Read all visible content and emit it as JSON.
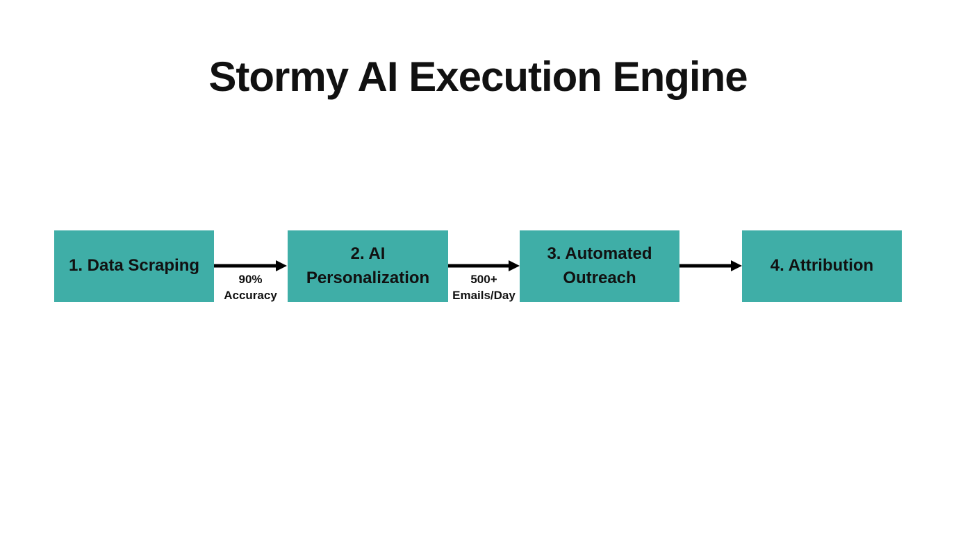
{
  "title": "Stormy AI Execution Engine",
  "colors": {
    "background": "#ffffff",
    "box": "#3FAEA7",
    "text": "#111111",
    "arrow": "#000000"
  },
  "flow": {
    "steps": [
      {
        "label": "1. Data Scraping"
      },
      {
        "label": "2. AI\nPersonalization"
      },
      {
        "label": "3. Automated\nOutreach"
      },
      {
        "label": "4. Attribution"
      }
    ],
    "connectors": [
      {
        "label": "90%\nAccuracy"
      },
      {
        "label": "500+\nEmails/Day"
      },
      {
        "label": ""
      }
    ]
  }
}
